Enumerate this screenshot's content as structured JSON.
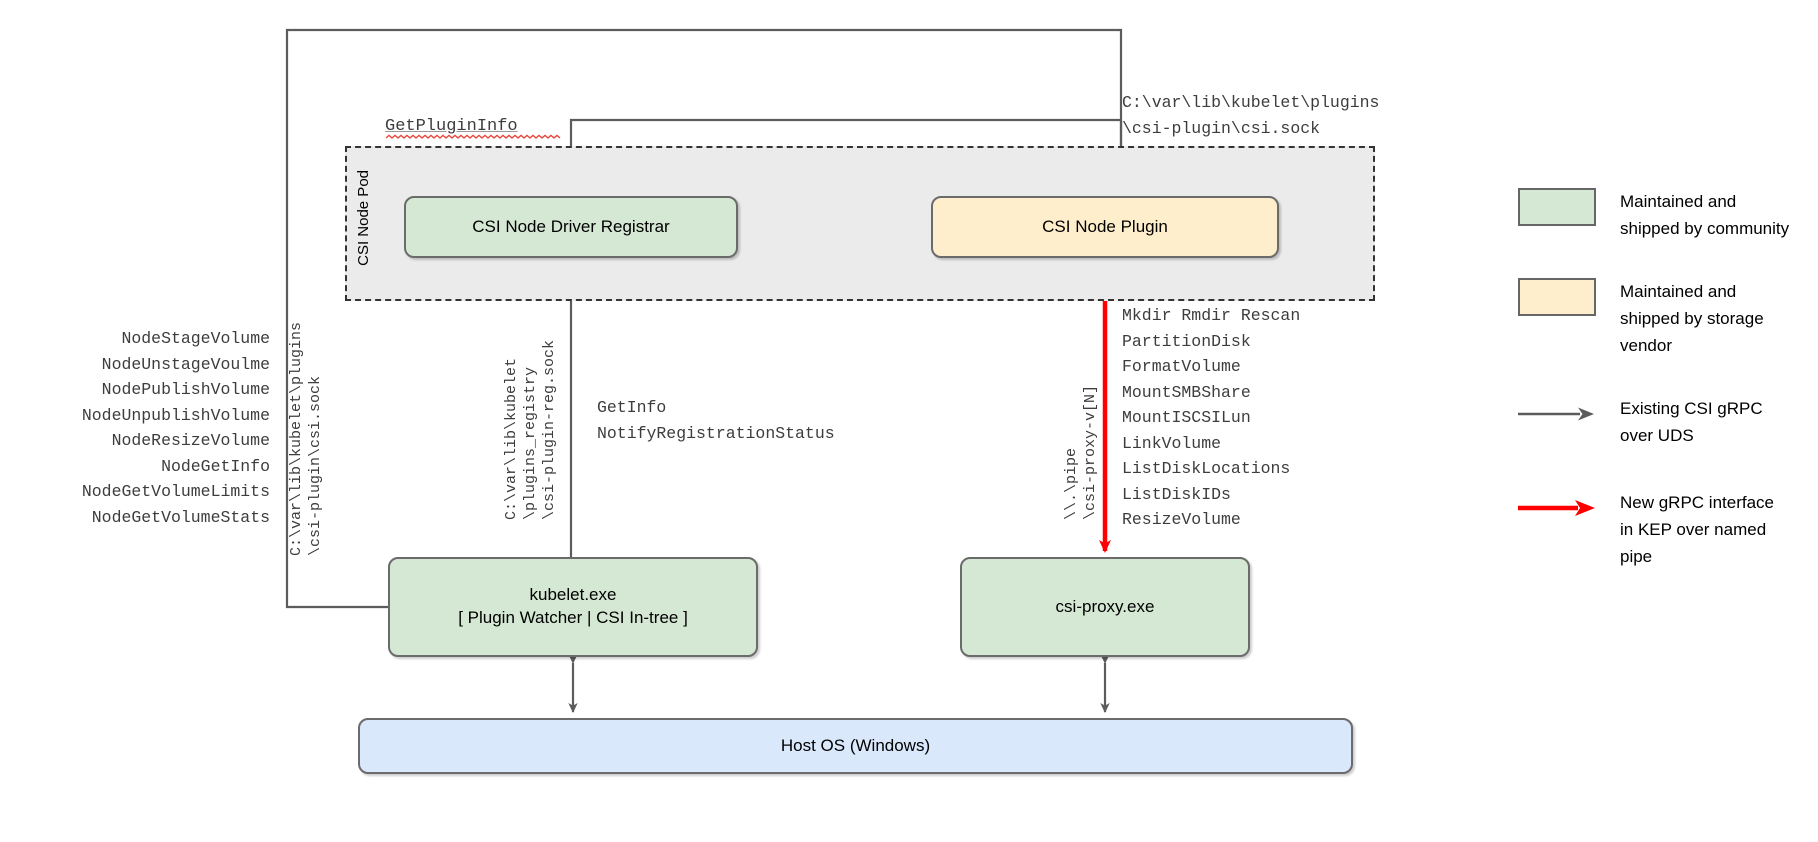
{
  "diagram": {
    "pod": {
      "label": "CSI Node Pod"
    },
    "boxes": {
      "registrar": "CSI Node Driver Registrar",
      "node_plugin": "CSI Node Plugin",
      "kubelet_line1": "kubelet.exe",
      "kubelet_line2": "[ Plugin Watcher | CSI In-tree ]",
      "csi_proxy": "csi-proxy.exe",
      "host_os": "Host OS (Windows)"
    },
    "labels": {
      "get_plugin_info": "GetPluginInfo",
      "plugin_socket_path": "C:\\var\\lib\\kubelet\\plugins\n\\csi-plugin\\csi.sock",
      "registrar_rpcs": "GetInfo\nNotifyRegistrationStatus",
      "csi_sock_vertical": "C:\\var\\lib\\kubelet\\plugins\n\\csi-plugin\\csi.sock",
      "registration_sock_vertical": "C:\\var\\lib\\kubelet\n\\plugins_registry\n\\csi-plugin-reg.sock",
      "named_pipe_vertical": "\\\\.\\pipe\n\\csi-proxy-v[N]"
    },
    "csi_node_rpcs": [
      "NodeStageVolume",
      "NodeUnstageVoulme",
      "NodePublishVolume",
      "NodeUnpublishVolume",
      "NodeResizeVolume",
      "NodeGetInfo",
      "NodeGetVolumeLimits",
      "NodeGetVolumeStats"
    ],
    "csi_proxy_rpcs": [
      "Mkdir Rmdir Rescan",
      "PartitionDisk",
      "FormatVolume",
      "MountSMBShare",
      "MountISCSILun",
      "LinkVolume",
      "ListDiskLocations",
      "ListDiskIDs",
      "ResizeVolume"
    ]
  },
  "legend": {
    "items": [
      {
        "kind": "swatch-green",
        "text": "Maintained and shipped by community"
      },
      {
        "kind": "swatch-yellow",
        "text": "Maintained and shipped by storage vendor"
      },
      {
        "kind": "arrow-gray",
        "text": "Existing CSI gRPC over UDS"
      },
      {
        "kind": "arrow-red",
        "text": "New gRPC interface in KEP over named pipe"
      }
    ]
  },
  "colors": {
    "community_green": "#d5e8d4",
    "vendor_yellow": "#ffeecc",
    "host_os_blue": "#dae8fc",
    "pod_gray": "#ebebeb",
    "existing_arrow": "#666666",
    "new_arrow": "#ff0000"
  }
}
